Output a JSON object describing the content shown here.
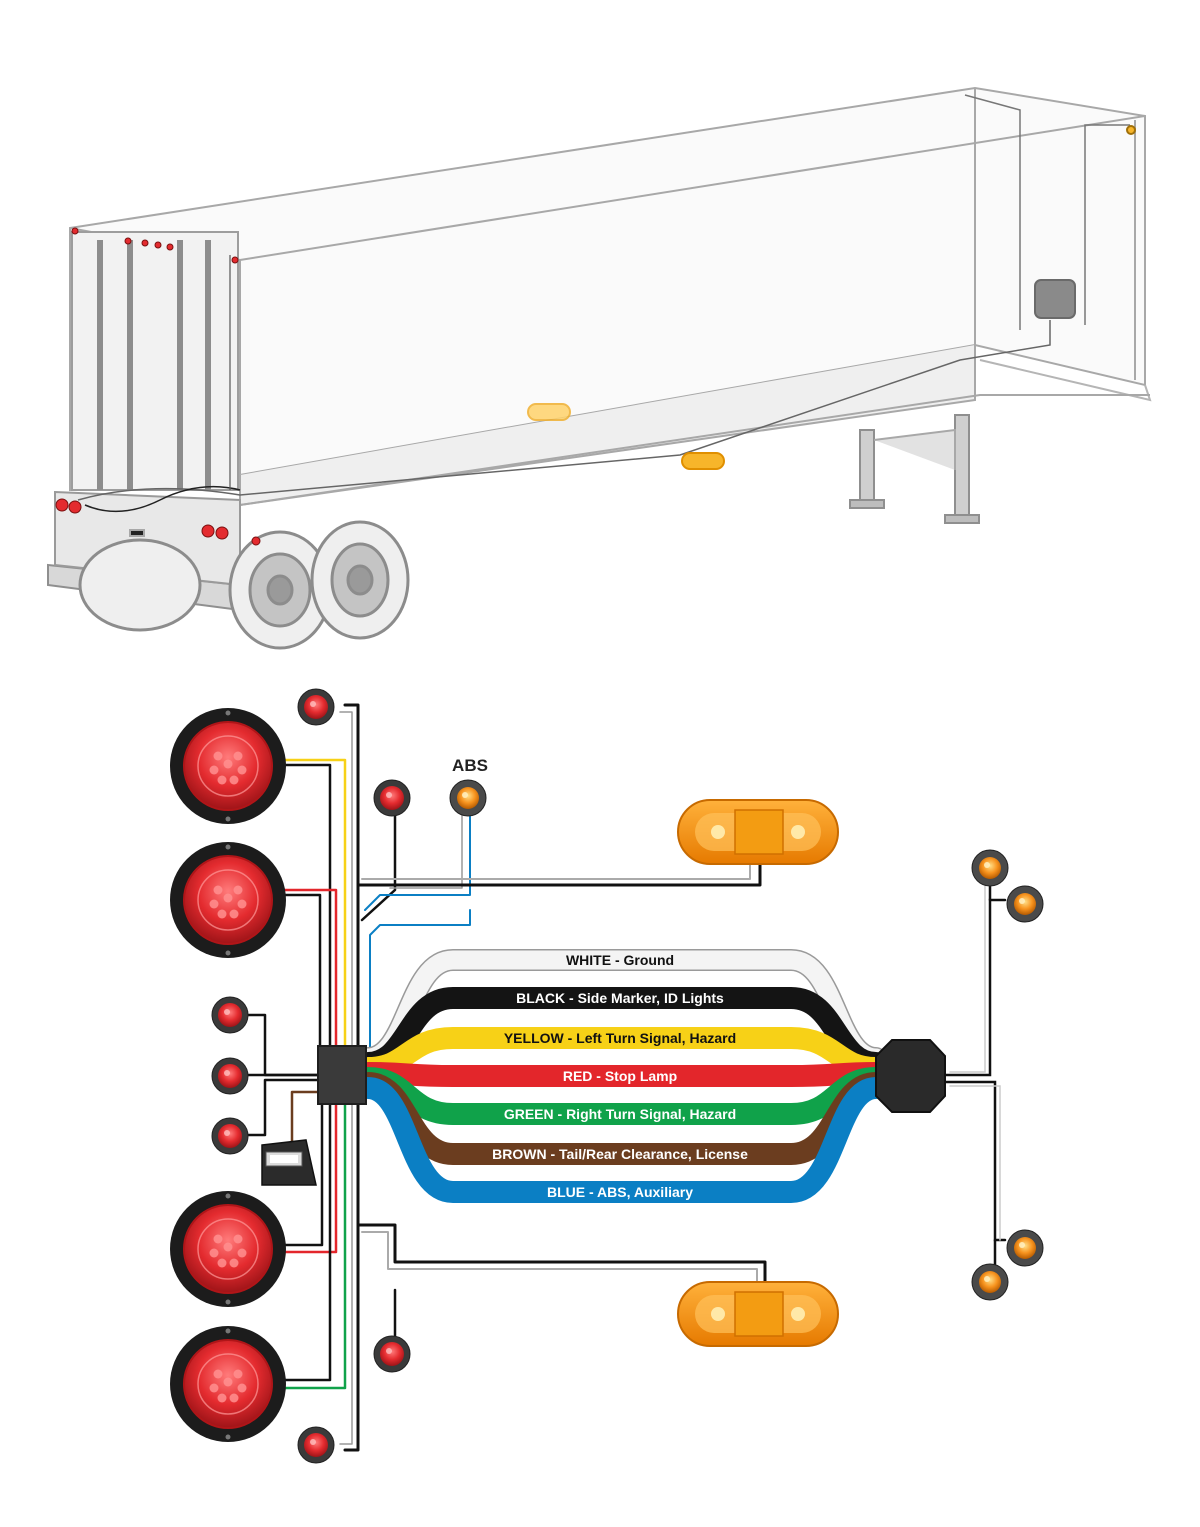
{
  "labels": {
    "abs": "ABS"
  },
  "harness": [
    {
      "key": "white",
      "label": "WHITE - Ground",
      "color": "#f4f4f4",
      "text_color": "#111111"
    },
    {
      "key": "black",
      "label": "BLACK - Side Marker, ID Lights",
      "color": "#141414",
      "text_color": "#ffffff"
    },
    {
      "key": "yellow",
      "label": "YELLOW - Left Turn Signal, Hazard",
      "color": "#f7d117",
      "text_color": "#111111"
    },
    {
      "key": "red",
      "label": "RED - Stop Lamp",
      "color": "#e3262b",
      "text_color": "#ffffff"
    },
    {
      "key": "green",
      "label": "GREEN - Right Turn Signal, Hazard",
      "color": "#10a24a",
      "text_color": "#ffffff"
    },
    {
      "key": "brown",
      "label": "BROWN - Tail/Rear Clearance, License",
      "color": "#6b3d1f",
      "text_color": "#ffffff"
    },
    {
      "key": "blue",
      "label": "BLUE - ABS, Auxiliary",
      "color": "#0b7fc4",
      "text_color": "#ffffff"
    }
  ],
  "colors": {
    "lamp_red": "#e42b2f",
    "lamp_amber": "#f7931e",
    "outline": "#9a9a9a",
    "junction_box": "#3a3a3a"
  }
}
